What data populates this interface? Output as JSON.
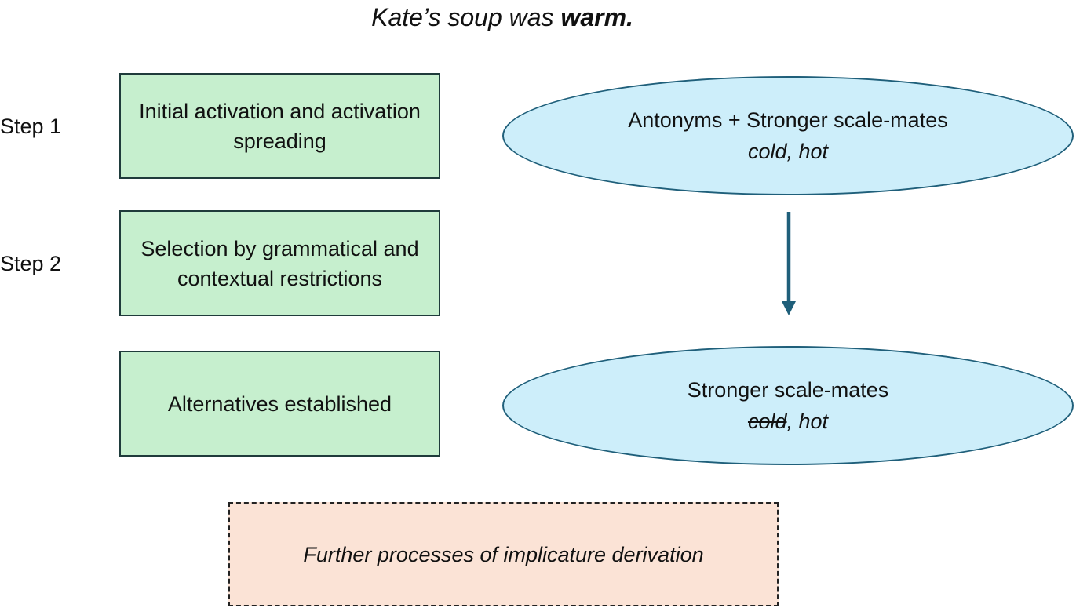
{
  "sentence": {
    "prefix": "Kate’s soup was ",
    "keyword": "warm",
    "suffix": "."
  },
  "steps": [
    {
      "label": "Step 1"
    },
    {
      "label": "Step 2"
    }
  ],
  "boxes": [
    {
      "text": "Initial activation and activation spreading"
    },
    {
      "text": "Selection by grammatical and contextual restrictions"
    },
    {
      "text": "Alternatives established"
    }
  ],
  "ellipses": [
    {
      "title": "Antonyms + Stronger scale-mates",
      "words": [
        {
          "text": "cold",
          "struck": false
        },
        {
          "text": "hot",
          "struck": false
        }
      ]
    },
    {
      "title": "Stronger scale-mates",
      "words": [
        {
          "text": "cold",
          "struck": true
        },
        {
          "text": "hot",
          "struck": false
        }
      ]
    }
  ],
  "further": {
    "text": "Further processes of implicature derivation"
  },
  "colors": {
    "box_fill": "#c6efce",
    "ellipse_fill": "#cdeefa",
    "further_fill": "#fbe3d6",
    "arrow": "#1f5f7a"
  }
}
